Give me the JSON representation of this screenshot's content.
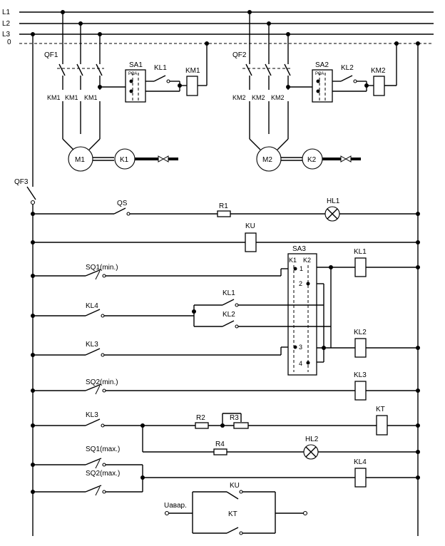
{
  "buses": [
    "L1",
    "L2",
    "L3",
    "0"
  ],
  "motor_section_1": {
    "breaker": "QF1",
    "switch": "SA1",
    "switch_inner": "РОА",
    "relay_contact": "KL1",
    "coil": "KM1",
    "contacts": [
      "KM1",
      "KM1",
      "KM1"
    ],
    "motor": "M1",
    "aux": "K1"
  },
  "motor_section_2": {
    "breaker": "QF2",
    "switch": "SA2",
    "switch_inner": "РОА",
    "relay_contact": "KL2",
    "coil": "KM2",
    "contacts": [
      "KM2",
      "KM2",
      "KM2"
    ],
    "motor": "M2",
    "aux": "K2"
  },
  "control": {
    "breaker": "QF3",
    "row_qs": {
      "switch": "QS",
      "resistor": "R1",
      "lamp": "HL1"
    },
    "row_ku": {
      "coil": "KU"
    },
    "selector": {
      "name": "SA3",
      "col1": "K1",
      "col2": "K2",
      "pos": [
        "1",
        "2",
        "3",
        "4"
      ]
    },
    "row_sq1min": {
      "sensor": "SQ1(min.)",
      "coil": "KL1"
    },
    "row_kl4": {
      "contact": "KL4",
      "alt1": "KL1",
      "alt2": "KL2"
    },
    "row_kl3": {
      "contact": "KL3",
      "coil": "KL2"
    },
    "row_sq2min": {
      "sensor": "SQ2(min.)",
      "coil": "KL3"
    },
    "row_kt": {
      "contact": "KL3",
      "r2": "R2",
      "r3": "R3",
      "coil": "KT"
    },
    "row_hl2": {
      "r4": "R4",
      "lamp": "HL2"
    },
    "row_sq1max": {
      "sensor": "SQ1(max.)"
    },
    "row_sq2max": {
      "sensor": "SQ2(max.)",
      "coil": "KL4"
    },
    "alarm": {
      "label": "Uавар.",
      "ku": "KU",
      "kt": "KT"
    }
  }
}
